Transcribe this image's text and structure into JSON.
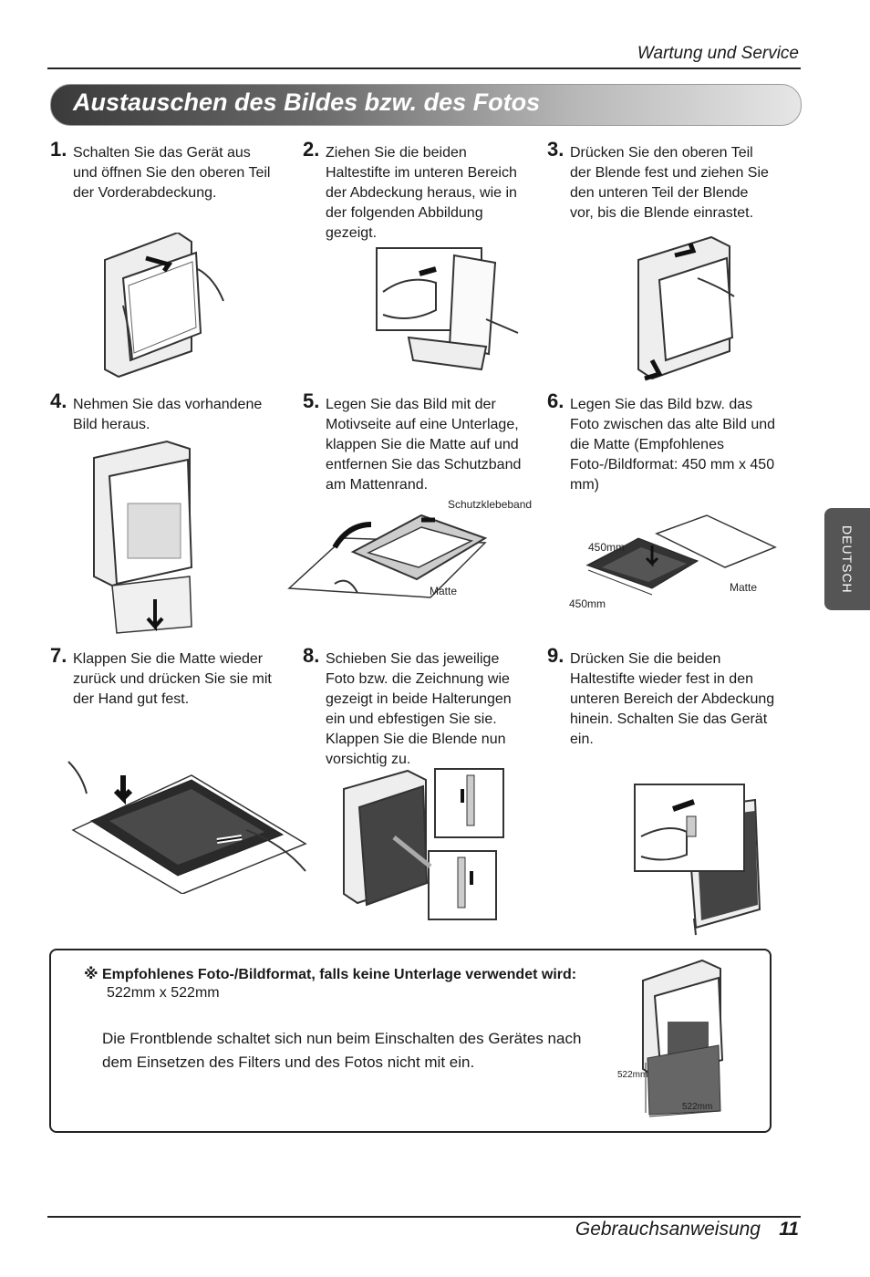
{
  "header": {
    "section": "Wartung und Service"
  },
  "banner": {
    "title": "Austauschen des Bildes bzw. des Fotos"
  },
  "side_tab": {
    "label": "DEUTSCH"
  },
  "steps": [
    {
      "num": "1.",
      "text": "Schalten Sie das Gerät aus und öffnen Sie den oberen Teil der Vorderabdeckung."
    },
    {
      "num": "2.",
      "text": "Ziehen Sie die beiden Haltestifte im unteren Bereich der Abdeckung heraus, wie in der folgenden Abbildung gezeigt."
    },
    {
      "num": "3.",
      "text": "Drücken Sie den oberen Teil der Blende fest und ziehen Sie den unteren Teil der Blende vor, bis die Blende einrastet."
    },
    {
      "num": "4.",
      "text": "Nehmen Sie das vorhandene Bild heraus."
    },
    {
      "num": "5.",
      "text": "Legen Sie das Bild mit der Motivseite auf eine Unterlage, klappen Sie die Matte auf und entfernen Sie das Schutzband am Mattenrand."
    },
    {
      "num": "6.",
      "text": "Legen Sie das Bild bzw. das Foto zwischen das alte Bild und die Matte (Empfohlenes Foto-/Bildformat: 450 mm x 450 mm)"
    },
    {
      "num": "7.",
      "text": "Klappen Sie die Matte wieder zurück und drücken Sie sie mit der Hand gut fest."
    },
    {
      "num": "8.",
      "text": "Schieben Sie das jeweilige Foto bzw. die Zeichnung wie gezeigt in beide Halterungen ein und ebfestigen Sie sie. Klappen Sie die Blende nun vorsichtig zu."
    },
    {
      "num": "9.",
      "text": "Drücken Sie die beiden Haltestifte wieder fest in den unteren Bereich der Abdeckung hinein. Schalten Sie das Gerät ein."
    }
  ],
  "figure_labels": {
    "schutzklebeband": "Schutzklebeband",
    "matte5": "Matte",
    "dim6a": "450mm",
    "dim6b": "450mm",
    "matte6": "Matte",
    "dim_note_a": "522mm",
    "dim_note_b": "522mm"
  },
  "note": {
    "heading": "※ Empfohlenes Foto-/Bildformat, falls keine Unterlage verwendet wird:",
    "size": "522mm x 522mm",
    "body": "Die Frontblende schaltet sich nun beim Einschalten des Gerätes nach dem Einsetzen des Filters und des Fotos nicht mit ein."
  },
  "footer": {
    "title": "Gebrauchsanweisung",
    "page": "11"
  }
}
